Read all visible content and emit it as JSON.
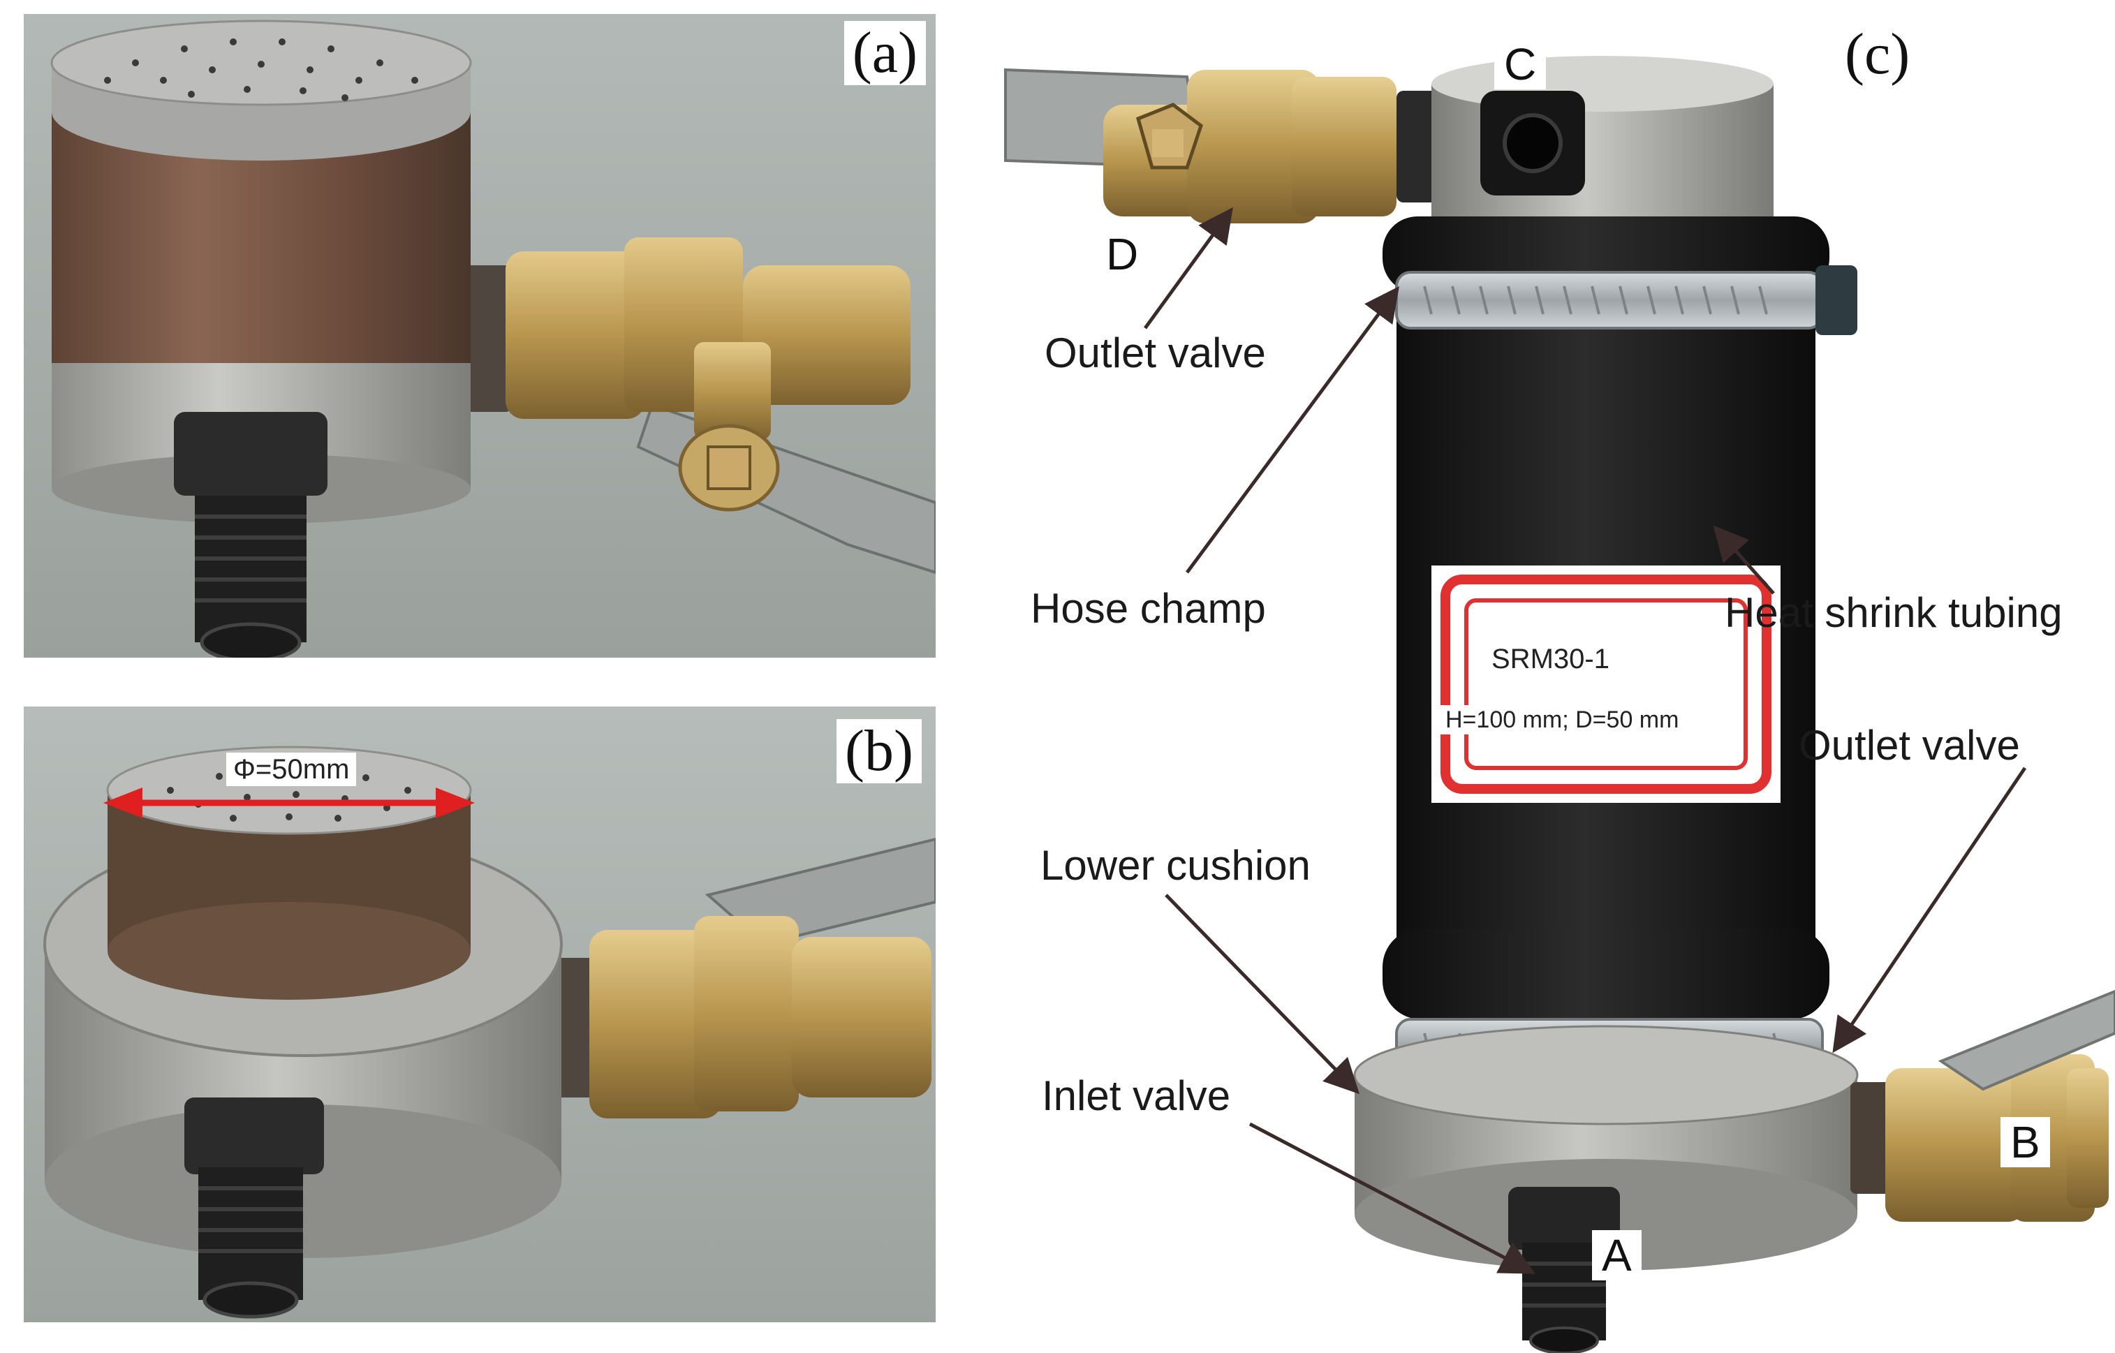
{
  "panels": {
    "a": {
      "tag": "(a)"
    },
    "b": {
      "tag": "(b)",
      "dimension_label": "Φ=50mm"
    },
    "c": {
      "tag": "(c)",
      "letters": {
        "a": "A",
        "b": "B",
        "c": "C",
        "d": "D"
      },
      "labels": {
        "outlet_valve_top": "Outlet valve",
        "hose_champ": "Hose champ",
        "heat_shrink_tubing": "Heat shrink tubing",
        "outlet_valve_right": "Outlet valve",
        "lower_cushion": "Lower cushion",
        "inlet_valve": "Inlet valve"
      },
      "sticker": {
        "code": "SRM30-1",
        "size": "H=100 mm; D=50 mm"
      }
    }
  },
  "colors": {
    "background_wall": "#a9b0ac",
    "steel": "#b6b6b2",
    "rust": "#7a5540",
    "brass": "#b8964e",
    "rubber": "#1b1b1b",
    "sticker_red": "#e03030",
    "dimension_arrow": "#e02020"
  }
}
